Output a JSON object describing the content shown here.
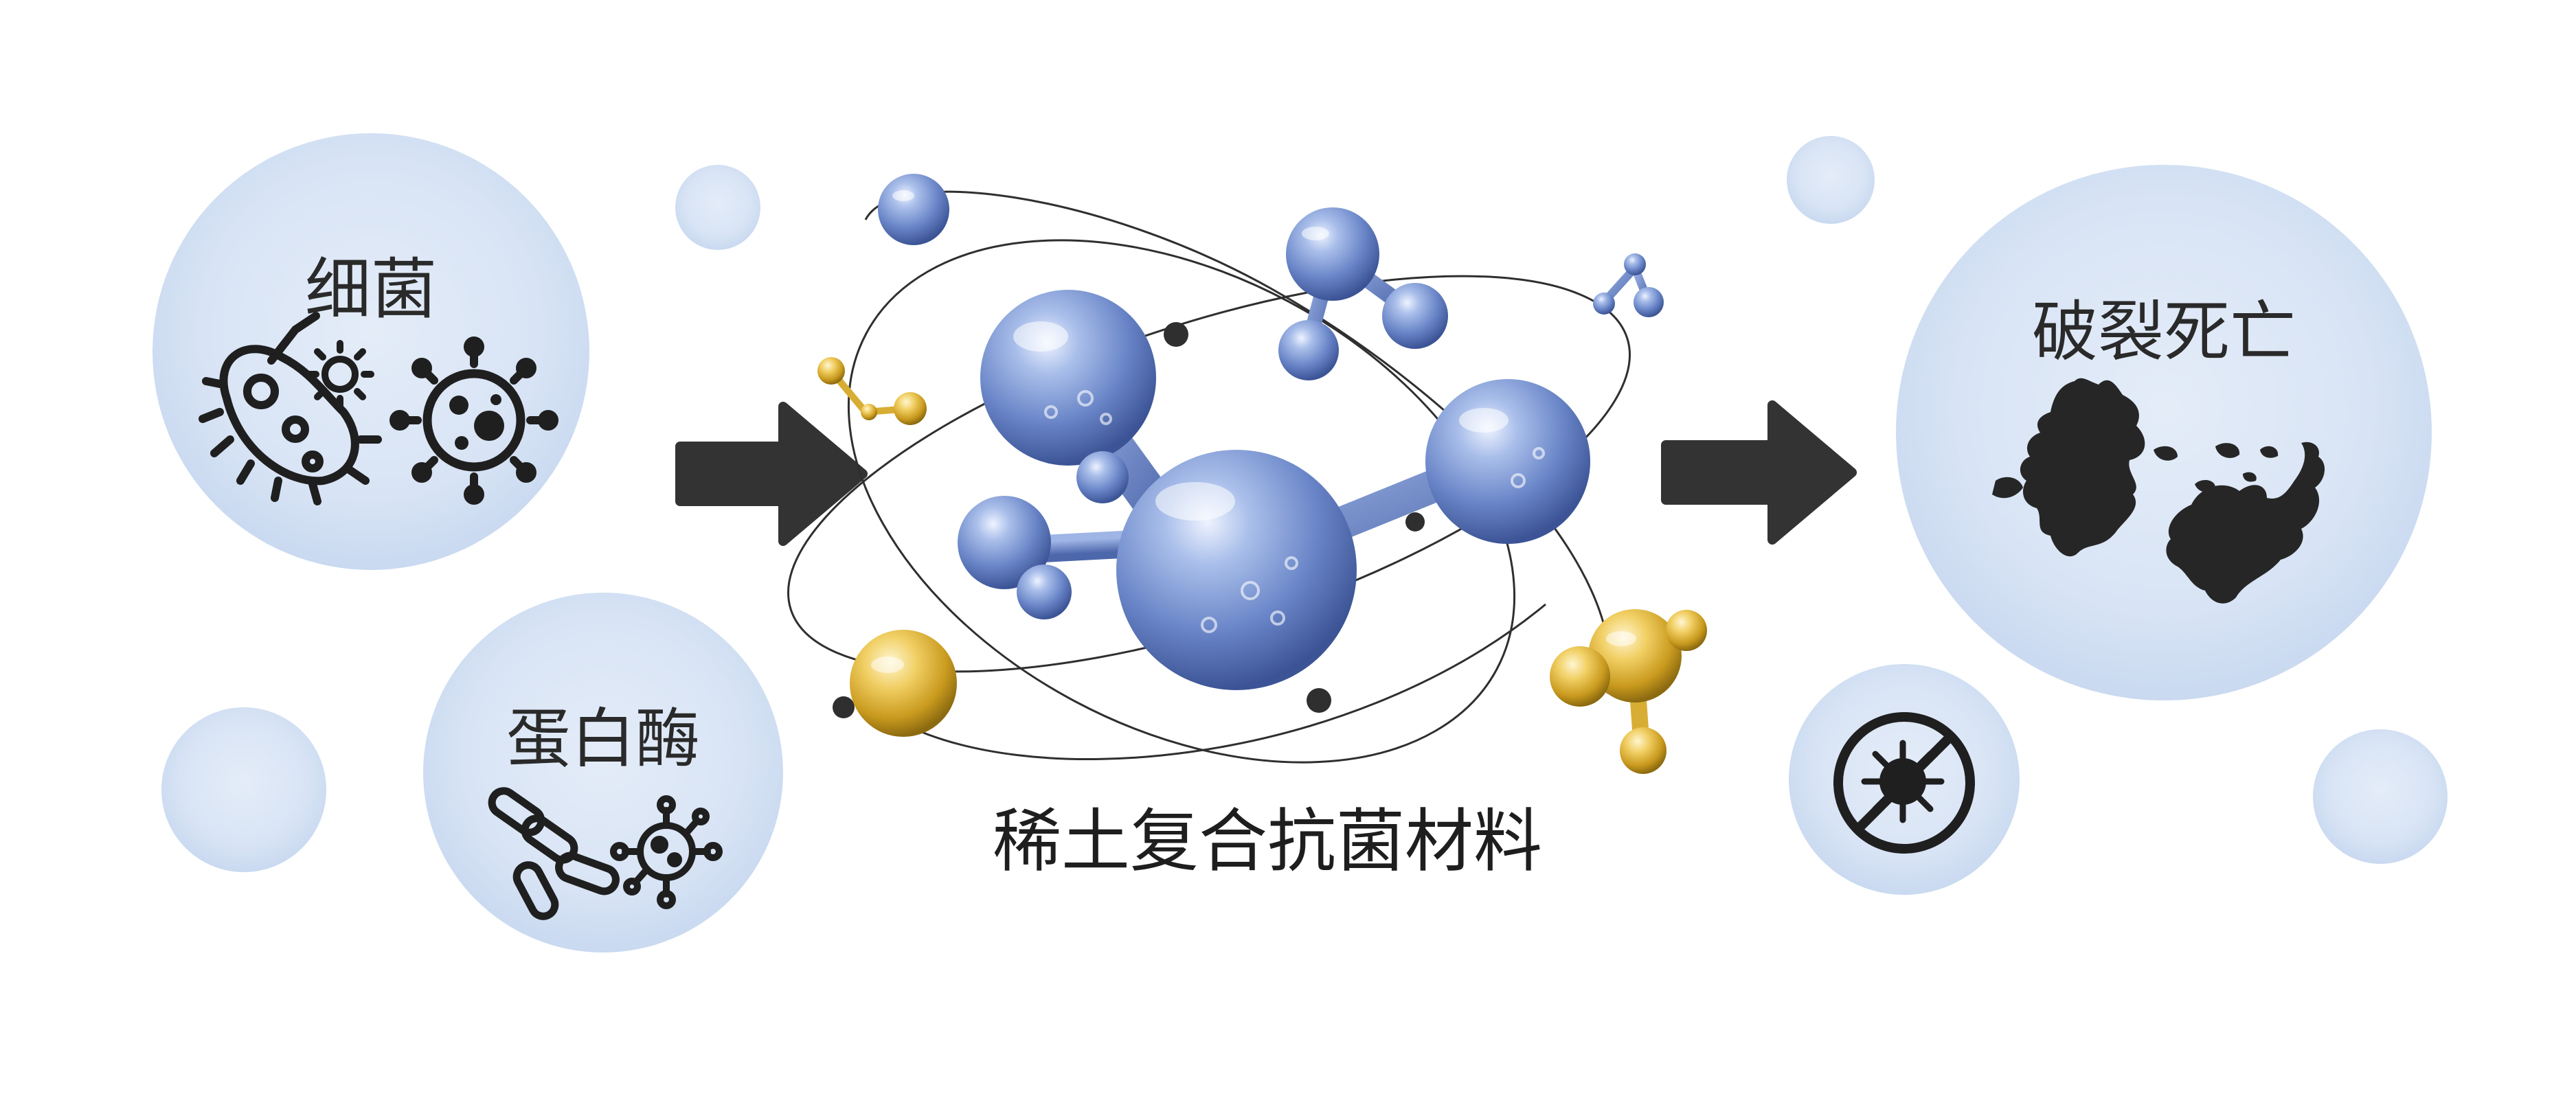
{
  "left_top_bubble": {
    "label": "细菌"
  },
  "left_bottom_bubble": {
    "label": "蛋白酶"
  },
  "center": {
    "label": "稀土复合抗菌材料"
  },
  "right_bubble": {
    "label": "破裂死亡"
  },
  "colors": {
    "bubble_fill": "#dbe6f6",
    "bubble_edge": "#c7d7ef",
    "arrow": "#333333",
    "molecule_blue": "#6f8fd0",
    "molecule_gold": "#e0b53a",
    "ink": "#2a2a2a"
  },
  "icons": [
    "bacterium-icon",
    "virus-icon",
    "bacillus-icon",
    "protein-molecule-icon",
    "no-virus-icon",
    "dead-bacteria-fragments"
  ]
}
